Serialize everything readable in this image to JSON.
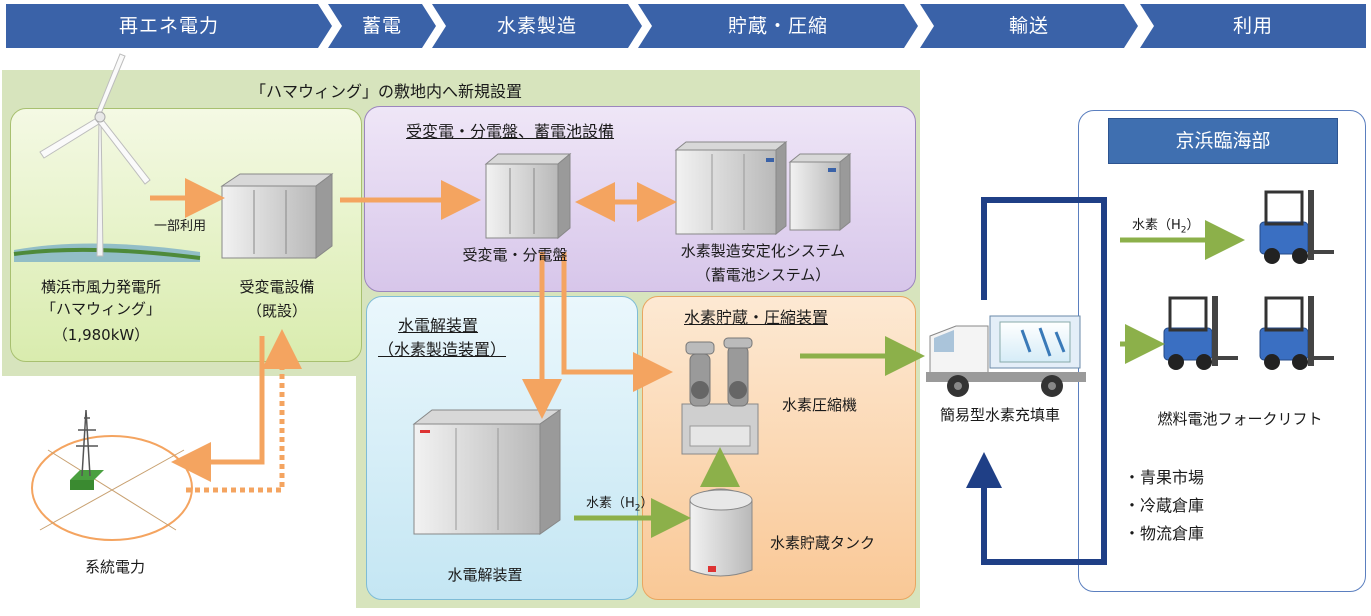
{
  "stages": [
    "再エネ電力",
    "蓄電",
    "水素製造",
    "貯蔵・圧縮",
    "輸送",
    "利用"
  ],
  "site_label": "「ハマウィング」の敷地内へ新規設置",
  "wind": {
    "line1": "横浜市風力発電所",
    "line2": "「ハマウィング」",
    "line3": "（1,980kW）"
  },
  "partial_use": "一部利用",
  "substation_existing": {
    "line1": "受変電設備",
    "line2": "（既設）"
  },
  "power_section": {
    "title": "受変電・分電盤、蓄電池設備",
    "switchboard": "受変電・分電盤",
    "battery_line1": "水素製造安定化システム",
    "battery_line2": "（蓄電池システム）"
  },
  "electrolysis": {
    "title_line1": "水電解装置",
    "title_line2": "（水素製造装置）",
    "device": "水電解装置"
  },
  "storage": {
    "title": "水素貯蔵・圧縮装置",
    "compressor": "水素圧縮機",
    "tank": "水素貯蔵タンク"
  },
  "hydrogen_label": "水素（H",
  "hydrogen_sub": "2",
  "hydrogen_close": "）",
  "truck": "簡易型水素充填車",
  "grid": "系統電力",
  "keihin": {
    "title": "京浜臨海部",
    "forklift": "燃料電池フォークリフト",
    "places": [
      "・青果市場",
      "・冷蔵倉庫",
      "・物流倉庫"
    ]
  },
  "colors": {
    "chevron": "#3a62a8",
    "green_panel": "#d7e4bd",
    "purple_panel": "#e1d5ed",
    "blue_panel": "#d6eef7",
    "orange_panel": "#fbd9b5",
    "orange_arrow": "#f4a460",
    "green_arrow": "#8cb04a",
    "navy_arrow": "#1f3f86"
  }
}
